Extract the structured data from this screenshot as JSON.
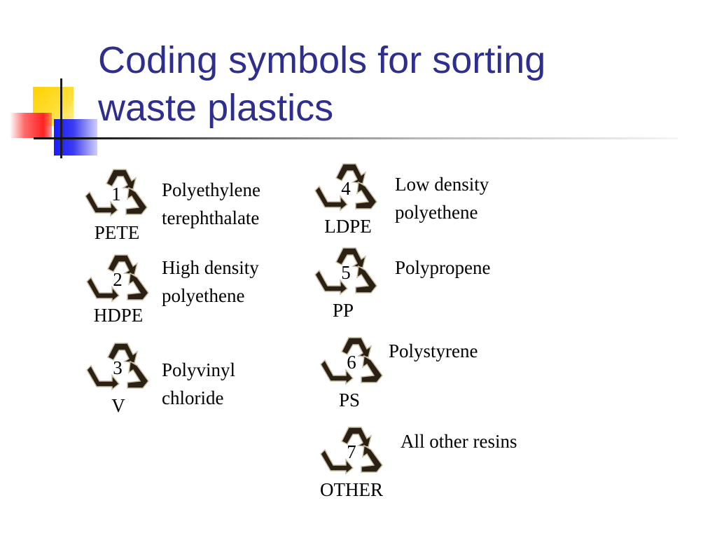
{
  "slide": {
    "title_line1": "Coding symbols for sorting",
    "title_line2": "waste plastics"
  },
  "codes": [
    {
      "number": "1",
      "abbr": "PETE",
      "desc_line1": "Polyethylene",
      "desc_line2": "terephthalate",
      "icon": "recycle-triangle-icon"
    },
    {
      "number": "2",
      "abbr": "HDPE",
      "desc_line1": "High density",
      "desc_line2": "polyethene",
      "icon": "recycle-triangle-icon"
    },
    {
      "number": "3",
      "abbr": "V",
      "desc_line1": "Polyvinyl",
      "desc_line2": "chloride",
      "icon": "recycle-triangle-icon"
    },
    {
      "number": "4",
      "abbr": "LDPE",
      "desc_line1": "Low density",
      "desc_line2": "polyethene",
      "icon": "recycle-triangle-icon"
    },
    {
      "number": "5",
      "abbr": "PP",
      "desc_line1": "Polypropene",
      "icon": "recycle-triangle-icon"
    },
    {
      "number": "6",
      "abbr": "PS",
      "desc_line1": "Polystyrene",
      "icon": "recycle-triangle-icon"
    },
    {
      "number": "7",
      "abbr": "OTHER",
      "desc_line1": "All other resins",
      "icon": "recycle-triangle-icon"
    }
  ],
  "colors": {
    "title": "#2e2e8f",
    "arrow_fill": "#2a2014",
    "arrow_stroke": "#c9bda3"
  }
}
